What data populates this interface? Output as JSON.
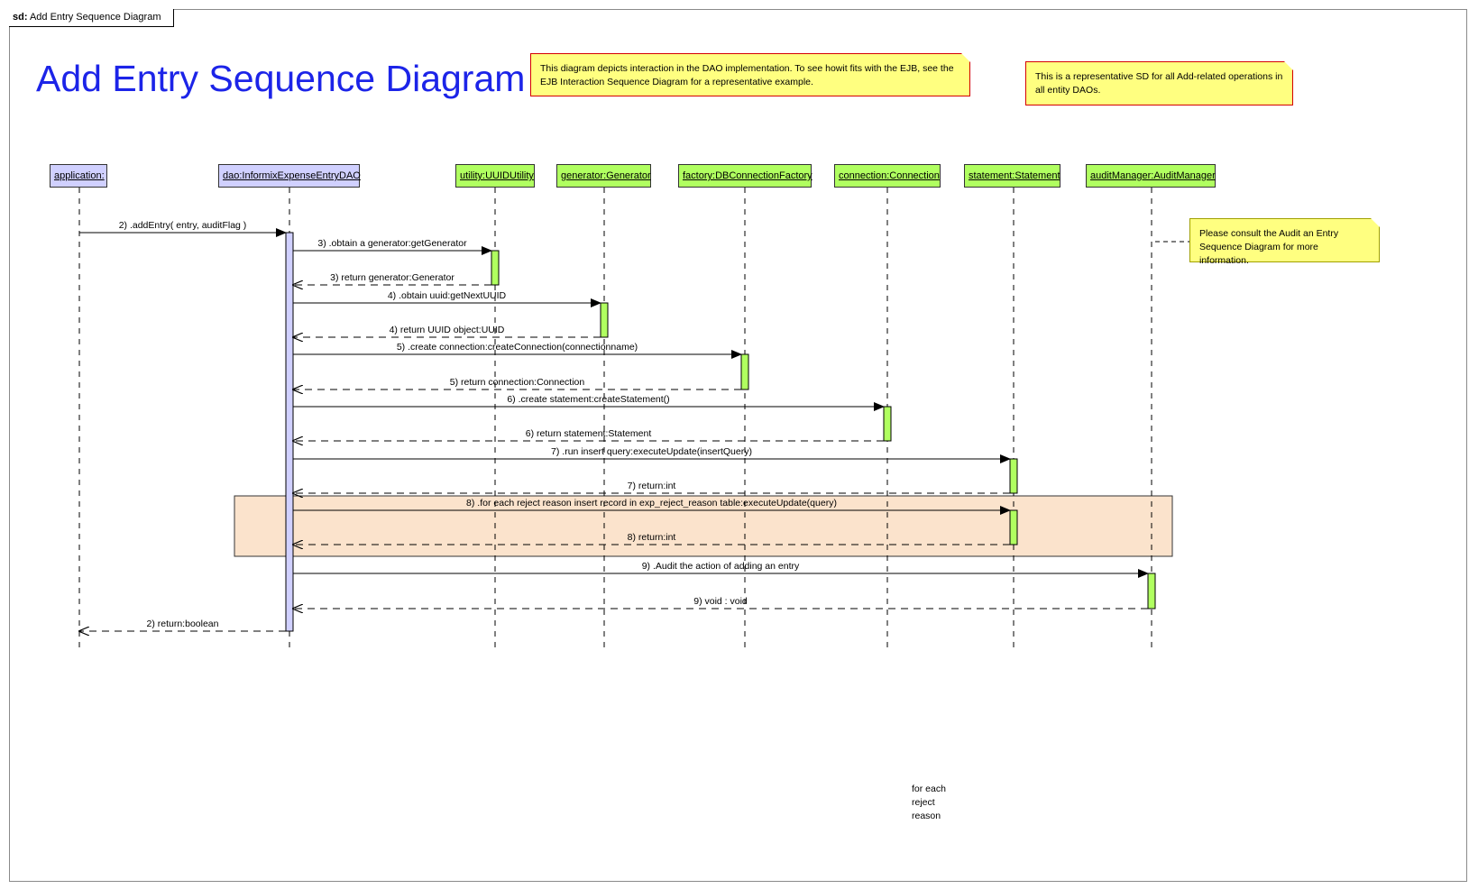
{
  "frame": {
    "tag_prefix": "sd:",
    "tag_name": "Add Entry Sequence Diagram"
  },
  "title": "Add Entry Sequence Diagram",
  "notes": {
    "dao": "This diagram depicts interaction in the DAO implementation. To see howit fits with the EJB, see the EJB Interaction Sequence Diagram for a representative example.",
    "representative": "This is a representative SD for all Add-related operations in all entity DAOs.",
    "audit": "Please consult the Audit an Entry Sequence Diagram for more information."
  },
  "lifelines": [
    {
      "id": "app",
      "label": "application:",
      "color": "#d0d0ff"
    },
    {
      "id": "dao",
      "label": "dao:InformixExpenseEntryDAO",
      "color": "#d0d0ff"
    },
    {
      "id": "utility",
      "label": "utility:UUIDUtility",
      "color": "#b0ff60"
    },
    {
      "id": "generator",
      "label": "generator:Generator",
      "color": "#b0ff60"
    },
    {
      "id": "factory",
      "label": "factory:DBConnectionFactory",
      "color": "#b0ff60"
    },
    {
      "id": "connection",
      "label": "connection:Connection",
      "color": "#b0ff60"
    },
    {
      "id": "statement",
      "label": "statement:Statement",
      "color": "#b0ff60"
    },
    {
      "id": "audit",
      "label": "auditManager:AuditManager",
      "color": "#b0ff60"
    }
  ],
  "messages": [
    {
      "label": "2) .addEntry( entry, auditFlag )",
      "from": "app",
      "to": "dao",
      "kind": "call"
    },
    {
      "label": "3) .obtain a generator:getGenerator",
      "from": "dao",
      "to": "utility",
      "kind": "call"
    },
    {
      "label": "3) return generator:Generator",
      "from": "utility",
      "to": "dao",
      "kind": "return"
    },
    {
      "label": "4) .obtain uuid:getNextUUID",
      "from": "dao",
      "to": "generator",
      "kind": "call"
    },
    {
      "label": "4) return UUID object:UUID",
      "from": "generator",
      "to": "dao",
      "kind": "return"
    },
    {
      "label": "5) .create connection:createConnection(connectionname)",
      "from": "dao",
      "to": "factory",
      "kind": "call"
    },
    {
      "label": "5) return connection:Connection",
      "from": "factory",
      "to": "dao",
      "kind": "return"
    },
    {
      "label": "6) .create statement:createStatement()",
      "from": "dao",
      "to": "connection",
      "kind": "call"
    },
    {
      "label": "6) return statement:Statement",
      "from": "connection",
      "to": "dao",
      "kind": "return"
    },
    {
      "label": "7) .run insert query:executeUpdate(insertQuery)",
      "from": "dao",
      "to": "statement",
      "kind": "call"
    },
    {
      "label": "7) return:int",
      "from": "statement",
      "to": "dao",
      "kind": "return"
    },
    {
      "label": "8) .for each reject reason insert record in exp_reject_reason table:executeUpdate(query)",
      "from": "dao",
      "to": "statement",
      "kind": "call"
    },
    {
      "label": "8) return:int",
      "from": "statement",
      "to": "dao",
      "kind": "return"
    },
    {
      "label": "9) .Audit the action of adding an entry",
      "from": "dao",
      "to": "audit",
      "kind": "call"
    },
    {
      "label": "9) void : void",
      "from": "audit",
      "to": "dao",
      "kind": "return"
    },
    {
      "label": "2) return:boolean",
      "from": "dao",
      "to": "app",
      "kind": "return"
    }
  ],
  "loop_fragment": {
    "guard_lines": [
      "for each",
      "reject",
      "reason"
    ],
    "fill": "#fbe3cc"
  },
  "colors": {
    "line": "#000000",
    "title": "#1c24e8",
    "note_fill": "#ffff80",
    "note_border": "#d40000"
  }
}
